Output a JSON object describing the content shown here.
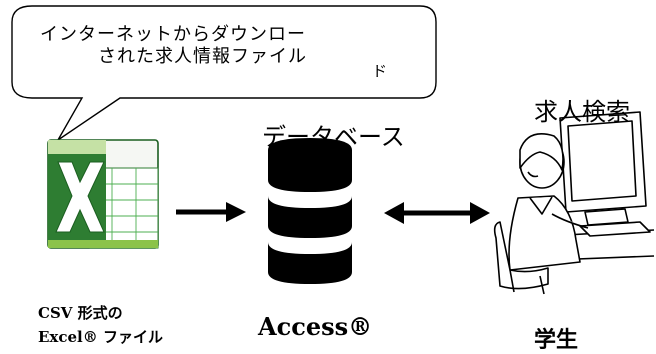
{
  "bubble": {
    "line1": "インターネットからダウンロー",
    "line2": "された求人情報ファイル",
    "line3": "ド"
  },
  "database": {
    "title": "データベース",
    "caption": "Access®"
  },
  "excel": {
    "caption_line1": "CSV 形式の",
    "caption_line2": "Excel® ファイル"
  },
  "student": {
    "title": "求人検索",
    "caption": "学生"
  },
  "icons": {
    "excel": "excel-icon",
    "database": "database-icon",
    "student": "student-at-computer-icon",
    "arrow_right": "arrow-right-icon",
    "arrow_both": "double-arrow-icon"
  },
  "colors": {
    "excel_green": "#2e7d32",
    "excel_light": "#8bc34a"
  }
}
